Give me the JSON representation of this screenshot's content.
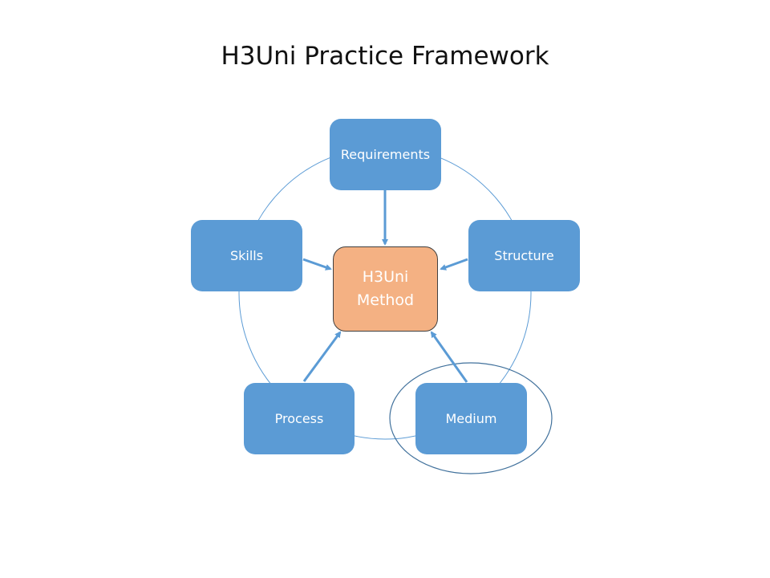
{
  "slide": {
    "title": "H3Uni Practice Framework"
  },
  "diagram": {
    "center": {
      "line1": "H3Uni",
      "line2": "Method"
    },
    "nodes": {
      "requirements": "Requirements",
      "skills": "Skills",
      "structure": "Structure",
      "process": "Process",
      "medium": "Medium"
    },
    "highlighted_node": "Medium",
    "colors": {
      "node": "#5b9bd5",
      "center": "#f4b183",
      "ring": "#5b9bd5",
      "highlight_ellipse": "#41719c"
    }
  }
}
